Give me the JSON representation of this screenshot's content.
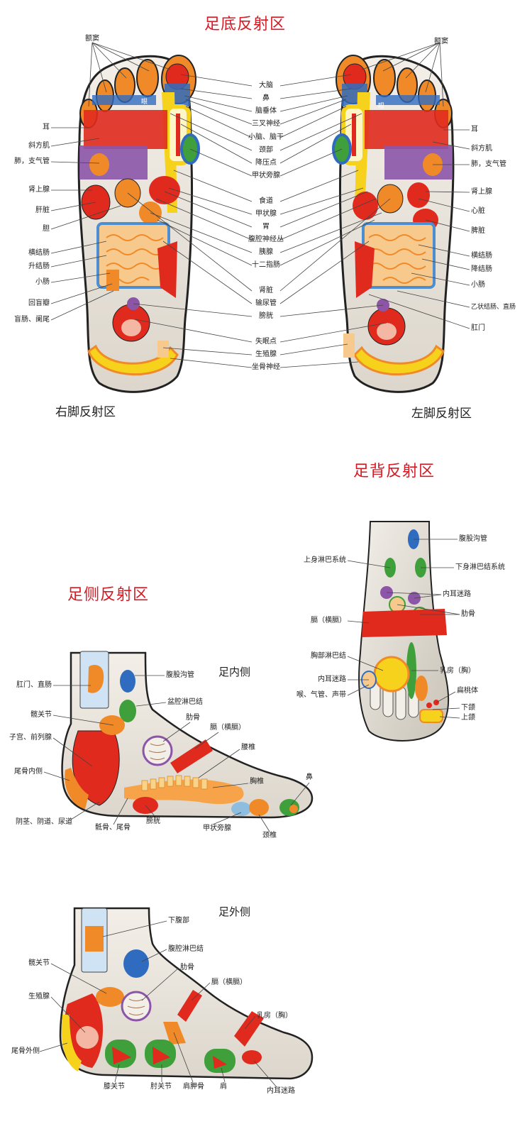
{
  "titles": {
    "sole": "足底反射区",
    "dorsum": "足背反射区",
    "side": "足侧反射区"
  },
  "captions": {
    "right_foot": "右脚反射区",
    "left_foot": "左脚反射区",
    "inner": "足内侧",
    "outer": "足外侧"
  },
  "sole_center": [
    "大脑",
    "鼻",
    "脑垂体",
    "三叉神经",
    "小脑、脑干",
    "颈部",
    "降压点",
    "甲状旁腺",
    "食道",
    "甲状腺",
    "胃",
    "腹腔神经丛",
    "胰腺",
    "十二指肠",
    "肾脏",
    "输尿管",
    "膀胱",
    "失眠点",
    "生殖腺",
    "坐骨神经"
  ],
  "sole_right_side": {
    "sinus": "额窦",
    "list": [
      "耳",
      "斜方肌",
      "肺，支气管",
      "肾上腺",
      "肝脏",
      "胆",
      "横结肠",
      "升结肠",
      "小肠",
      "回盲瓣",
      "盲肠、阑尾"
    ],
    "toe_mark": "眼"
  },
  "sole_left_side": {
    "sinus": "额窦",
    "list": [
      "耳",
      "斜方肌",
      "肺，支气管",
      "肾上腺",
      "心脏",
      "脾脏",
      "横结肠",
      "降结肠",
      "小肠",
      "乙状结肠、直肠",
      "肛门"
    ],
    "toe_mark": "眼"
  },
  "dorsum_labels": {
    "groin": "腹股沟管",
    "upper_lymph": "上身淋巴系统",
    "lower_lymph": "下身淋巴结系统",
    "balance": "内耳迷路",
    "diaphragm": "膈（横膈）",
    "ribs": "肋骨",
    "chest_lymph": "胸部淋巴结",
    "inner_ear": "内耳迷路",
    "throat": "喉、气管、声带",
    "breast": "乳房（胸）",
    "tonsil": "扁桃体",
    "lower_jaw": "下颌",
    "upper_jaw": "上颌"
  },
  "inner_labels": {
    "anus": "肛门、直肠",
    "groin": "腹股沟管",
    "hip": "髋关节",
    "pelvic_lymph": "盆腔淋巴结",
    "ribs": "肋骨",
    "uterus": "子宫、前列腺",
    "diaphragm": "膈（横膈）",
    "lumbar": "腰椎",
    "thoracic": "胸椎",
    "coccyx_in": "尾骨内侧",
    "nose": "鼻",
    "genital": "阴茎、阴道、尿道",
    "sacrum": "骶骨、尾骨",
    "bladder": "膀胱",
    "parathyroid": "甲状旁腺",
    "cervical": "颈椎"
  },
  "outer_labels": {
    "lower_abdomen": "下腹部",
    "abdominal_lymph": "腹腔淋巴结",
    "hip": "髋关节",
    "ribs": "肋骨",
    "genital": "生殖腺",
    "diaphragm": "膈（横膈）",
    "breast": "乳房（胸）",
    "coccyx_out": "尾骨外侧",
    "knee": "膝关节",
    "elbow": "肘关节",
    "scapula": "肩胛骨",
    "shoulder": "肩",
    "balance": "内耳迷路"
  },
  "colors": {
    "title_red": "#d71924",
    "organ_red": "#e02a1e",
    "orange": "#f08a28",
    "yellow": "#f6d21c",
    "purple": "#8c55a8",
    "green": "#3f9f3a",
    "blue": "#2f6cc0",
    "tan": "#d8b07a"
  }
}
